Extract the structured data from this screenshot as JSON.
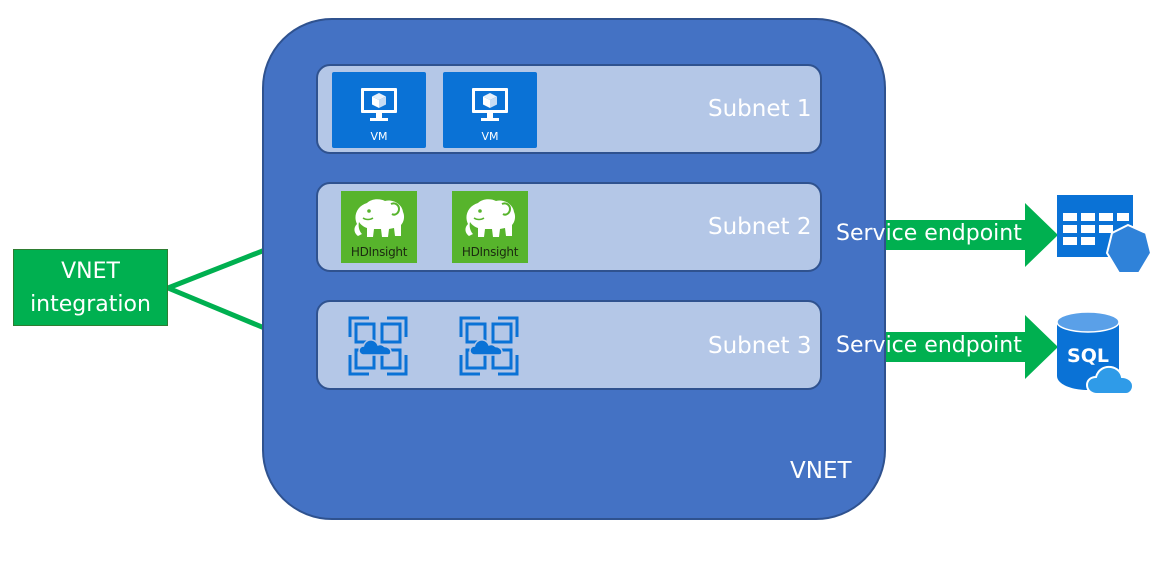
{
  "diagram": {
    "vnet_label": "VNET",
    "integration_label_line1": "VNET",
    "integration_label_line2": "integration",
    "subnets": [
      {
        "label": "Subnet 1"
      },
      {
        "label": "Subnet 2"
      },
      {
        "label": "Subnet 3"
      }
    ],
    "vm_label": "VM",
    "hdinsight_label": "HDInsight",
    "endpoint_label_1": "Service endpoint",
    "endpoint_label_2": "Service endpoint",
    "sql_label": "SQL",
    "colors": {
      "vnet_fill": "#4472c4",
      "subnet_fill": "#b4c7e7",
      "arrow_green": "#00b050",
      "azure_blue": "#0a72d6",
      "hdinsight_green": "#57b42c"
    },
    "icons": [
      "vm-monitor-icon",
      "hdinsight-elephant-icon",
      "app-service-icon",
      "table-storage-icon",
      "sql-database-icon"
    ]
  }
}
